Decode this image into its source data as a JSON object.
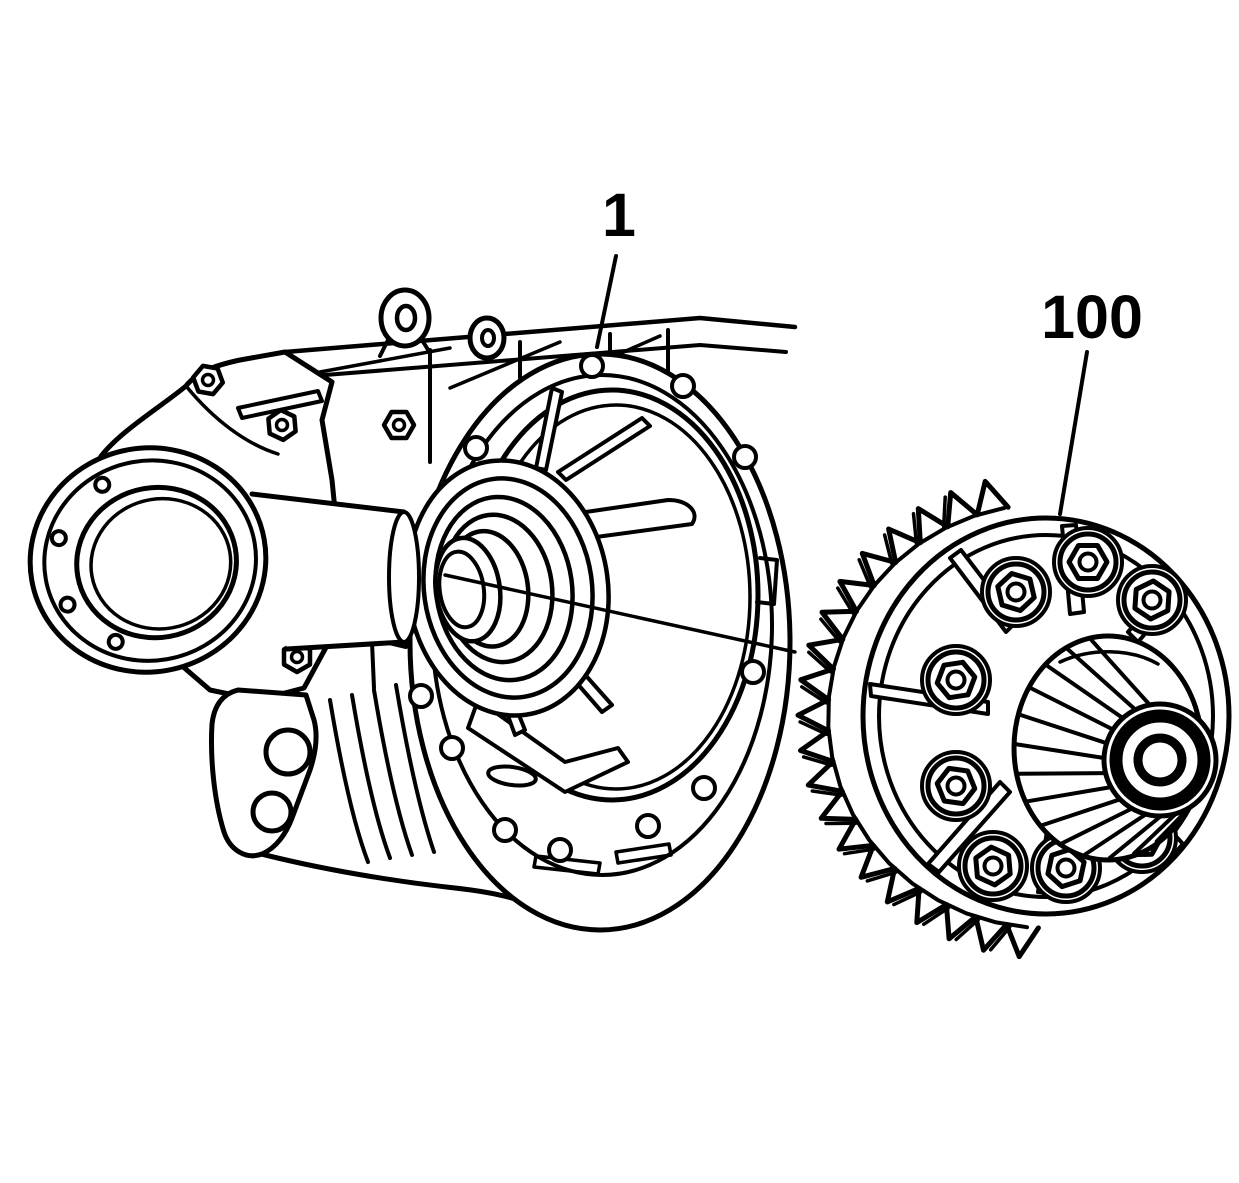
{
  "figure": {
    "kind": "exploded-parts-line-drawing",
    "background_color": "#ffffff",
    "line_color": "#000000",
    "callouts": [
      {
        "label": "1",
        "points_to": "transaxle-case-housing"
      },
      {
        "label": "100",
        "points_to": "differential-ring-gear-assembly"
      }
    ]
  }
}
